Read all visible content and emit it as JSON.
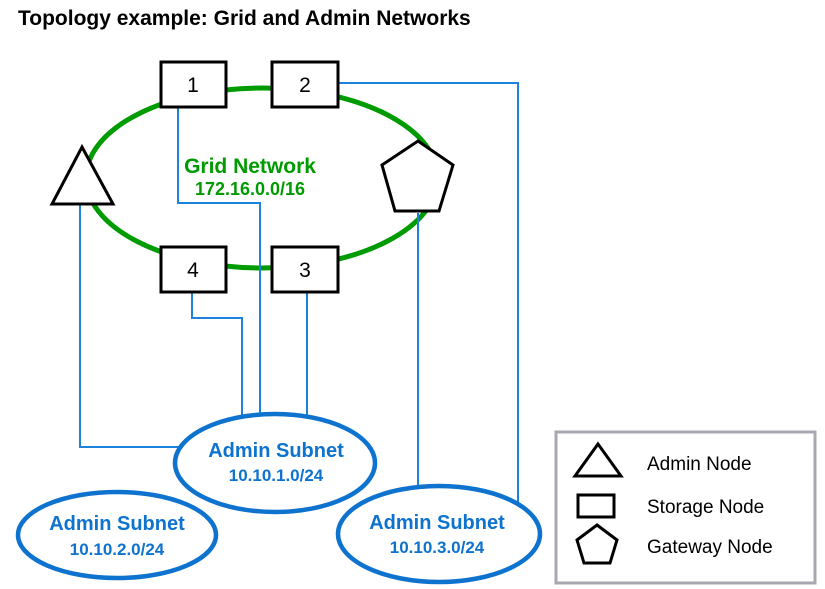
{
  "title": "Topology example: Grid and Admin Networks",
  "grid_network": {
    "label": "Grid Network",
    "cidr": "172.16.0.0/16"
  },
  "storage_nodes": [
    "1",
    "2",
    "3",
    "4"
  ],
  "admin_subnets": [
    {
      "label": "Admin Subnet",
      "cidr": "10.10.1.0/24"
    },
    {
      "label": "Admin Subnet",
      "cidr": "10.10.2.0/24"
    },
    {
      "label": "Admin Subnet",
      "cidr": "10.10.3.0/24"
    }
  ],
  "legend": {
    "items": [
      {
        "icon": "triangle-icon",
        "label": "Admin Node"
      },
      {
        "icon": "square-icon",
        "label": "Storage Node"
      },
      {
        "icon": "pentagon-icon",
        "label": "Gateway Node"
      }
    ]
  },
  "colors": {
    "grid_green": "#009B00",
    "subnet_blue": "#0E72CF",
    "connector_blue": "#1D82DC",
    "legend_border_gray": "#A8A8B0",
    "shape_black": "#000000",
    "background": "#FFFFFF"
  }
}
